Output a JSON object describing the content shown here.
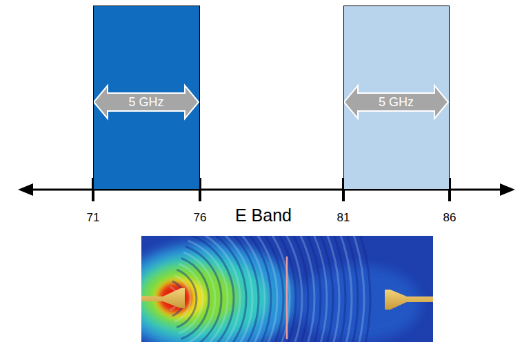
{
  "diagram": {
    "nodes": [
      {
        "text": [
          "5 GHz"
        ]
      },
      {
        "text": [
          "5 GHz"
        ]
      }
    ],
    "labels": [
      "71",
      "76",
      "E Band",
      "81",
      "86"
    ]
  }
}
